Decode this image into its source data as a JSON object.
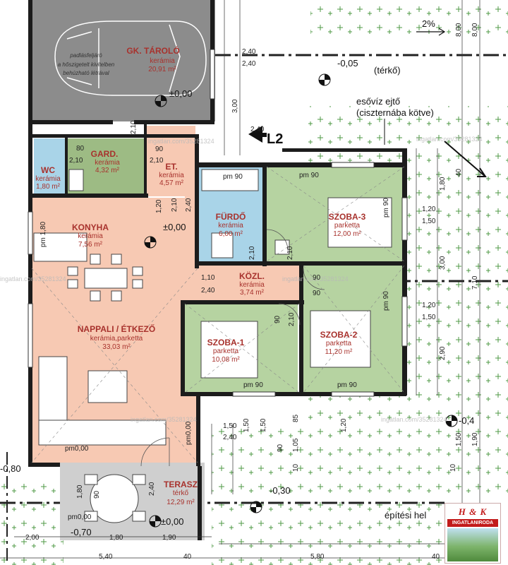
{
  "rooms": {
    "garage": {
      "name": "GK. TÁROLÓ",
      "material": "kerámia",
      "area": "20,91 m²"
    },
    "garage_note": [
      "padlásfeljáró",
      "a hőszigetelt kivitelben",
      "behúzható létrával"
    ],
    "gard": {
      "name": "GARD.",
      "material": "kerámia",
      "area": "4,32 m²"
    },
    "wc": {
      "name": "WC",
      "material": "kerámia",
      "area": "1,80 m²"
    },
    "et": {
      "name": "ET.",
      "material": "kerámia",
      "area": "4,57 m²"
    },
    "furdo": {
      "name": "FÜRDŐ",
      "material": "kerámia",
      "area": "6,00 m²"
    },
    "szoba3": {
      "name": "SZOBA-3",
      "material": "parketta",
      "area": "12,00 m²"
    },
    "konyha": {
      "name": "KONYHA",
      "material": "kerámia",
      "area": "7,56 m²"
    },
    "kozl": {
      "name": "KÖZL.",
      "material": "kerámia",
      "area": "3,74 m²"
    },
    "nappali": {
      "name": "NAPPALI / ÉTKEZŐ",
      "material": "kerámia,parketta",
      "area": "33,03 m²"
    },
    "szoba1": {
      "name": "SZOBA-1",
      "material": "parketta",
      "area": "10,08 m²"
    },
    "szoba2": {
      "name": "SZOBA-2",
      "material": "parketta",
      "area": "11,20 m²"
    },
    "terasz": {
      "name": "TERASZ",
      "material": "térkő",
      "area": "12,29 m²"
    }
  },
  "labels": {
    "slope": "2%",
    "level_minus005": "-0,05",
    "terko": "(térkő)",
    "esoviz": "esővíz ejtő",
    "ciszterna": "(ciszternába kötve)",
    "section": "L2",
    "level_garage": "±0,00",
    "level_hall": "±0,00",
    "level_terrace": "±0,00",
    "level_minus030": "-0,30",
    "level_minus070": "-0,70",
    "level_minus04": "-0,4",
    "level_minus080": "-0,80",
    "epitesi": "építési hel",
    "pm000_a": "pm0,00",
    "pm000_b": "pm0,00",
    "pm000_c": "pm0,00",
    "pm180": "pm 1,80",
    "pm90_furdo": "pm 90",
    "pm90_sz3_top": "pm 90",
    "pm90_sz3_side": "pm 90",
    "pm90_sz2_side": "pm 90",
    "pm90_sz1_bottom": "pm 90",
    "pm90_sz2_bottom": "pm 90"
  },
  "dims": {
    "d240a": "2,40",
    "d240b": "2,40",
    "d300": "3,00",
    "d240c": "2,40",
    "d210a": "2,10",
    "d80": "80",
    "d210b": "2,10",
    "d90a": "90",
    "d210c": "2,10",
    "d210d": "2,10",
    "d240d": "2,40",
    "d120": "1,20",
    "d210e": "2,10",
    "d210f": "2,10",
    "d110": "1,10",
    "d240e": "2,40",
    "d90b": "90",
    "d90c": "90",
    "d210g": "2,10",
    "d90d": "90",
    "d120b": "1,20",
    "d150": "1,50",
    "d120c": "1,20",
    "d150b": "1,50",
    "d180": "1,80",
    "d300b": "3,00",
    "d290": "2,90",
    "d40": "40",
    "d800a": "8,00",
    "d800b": "8,00",
    "d710": "7,10",
    "d150c": "1,50",
    "d240f": "2,40",
    "d150d": "1,50",
    "d150e": "1,50",
    "d85": "85",
    "d120d": "1,20",
    "d105": "1,05",
    "d10": "10",
    "d90e": "90",
    "d10b": "10",
    "d180b": "1,80",
    "d90f": "90",
    "d240g": "2,40",
    "d200": "2,00",
    "d180c": "1,80",
    "d190": "1,90",
    "d540": "5,40",
    "d580": "5,80",
    "d40b": "40",
    "d40c": "40",
    "d150f": "1,50",
    "d190b": "1,90"
  },
  "watermarks": [
    "ingatlan.com/35281324",
    "ingatlan.com/35281324",
    "ingatlan.com/35281324",
    "ingatlan.com/35281324",
    "ingatlan.com/35281324",
    "ingatlan.com/35281324"
  ],
  "logo": {
    "title": "H & K",
    "subtitle": "INGATLANIRODA"
  },
  "colors": {
    "garage": "#8c8c8c",
    "ceramic": "#f7c9b3",
    "green_room": "#b6d3a1",
    "bath": "#a9d4e8",
    "gard": "#9dbb84",
    "terrace": "#cfcfcf",
    "wall": "#1c1c1c",
    "label": "#a8322d"
  }
}
